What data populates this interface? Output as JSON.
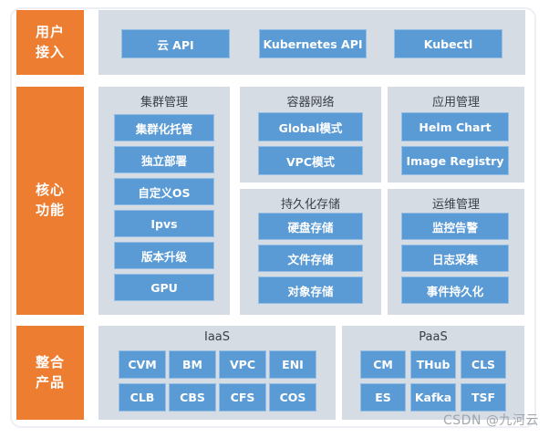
{
  "banners": {
    "user_access": {
      "line1": "用户",
      "line2": "接入"
    },
    "core_features": {
      "line1": "核心",
      "line2": "功能"
    },
    "integrated_products": {
      "line1": "整合",
      "line2": "产品"
    }
  },
  "access_bar": [
    "云 API",
    "Kubernetes API",
    "Kubectl"
  ],
  "sections": {
    "cluster": {
      "title": "集群管理",
      "items": [
        "集群化托管",
        "独立部署",
        "自定义OS",
        "Ipvs",
        "版本升级",
        "GPU"
      ]
    },
    "network": {
      "title": "容器网络",
      "items": [
        "Global模式",
        "VPC模式"
      ]
    },
    "app": {
      "title": "应用管理",
      "items": [
        "Helm Chart",
        "Image Registry"
      ]
    },
    "storage": {
      "title": "持久化存储",
      "items": [
        "硬盘存储",
        "文件存储",
        "对象存储"
      ]
    },
    "ops": {
      "title": "运维管理",
      "items": [
        "监控告警",
        "日志采集",
        "事件持久化"
      ]
    },
    "iaas": {
      "title": "IaaS",
      "items": [
        "CVM",
        "BM",
        "VPC",
        "ENI",
        "CLB",
        "CBS",
        "CFS",
        "COS"
      ]
    },
    "paas": {
      "title": "PaaS",
      "items": [
        "CM",
        "THub",
        "CLS",
        "ES",
        "Kafka",
        "TSF"
      ]
    }
  },
  "watermark": "CSDN @九河云",
  "colors": {
    "accent_orange": "#ED7D31",
    "panel_grey": "#D6DCE4",
    "button_blue": "#5B9BD5",
    "title_text": "#3b3f46",
    "watermark_grey": "#9aa0a6"
  }
}
